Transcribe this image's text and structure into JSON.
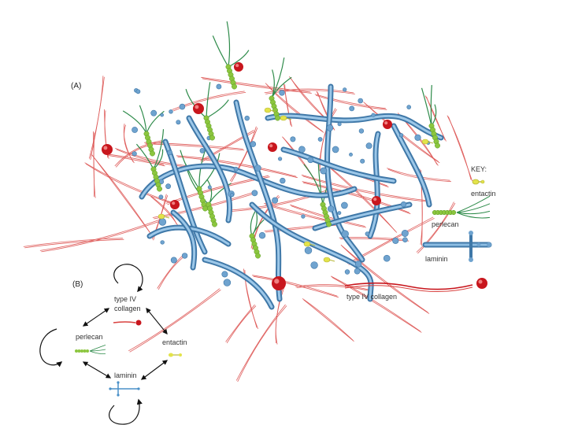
{
  "panel_a": {
    "label": "(A)"
  },
  "panel_b": {
    "label": "(B)",
    "nodes": {
      "collagen_line1": "type IV",
      "collagen_line2": "collagen",
      "perlecan": "perlecan",
      "entactin": "entactin",
      "laminin": "laminin"
    }
  },
  "key": {
    "title": "KEY:",
    "entactin": "entactin",
    "perlecan": "perlecan",
    "laminin": "laminin",
    "collagen": "type IV collagen"
  },
  "colors": {
    "collagen": "#d9413f",
    "collagen_ball": "#c8161d",
    "laminin": "#6fa3cf",
    "laminin_dark": "#3f78a8",
    "perlecan": "#8cc63f",
    "perlecan_strand": "#2e8b4a",
    "entactin": "#e3e34a",
    "arrow": "#111111"
  }
}
